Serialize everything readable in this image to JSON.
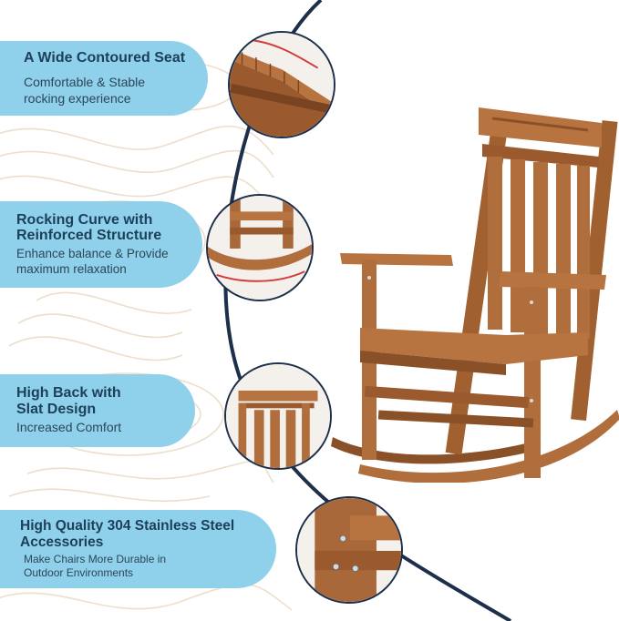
{
  "features": [
    {
      "title": "A Wide Contoured Seat",
      "subtitle": "Comfortable & Stable rocking experience",
      "subtitle_lines": [
        "Comfortable & Stable",
        "rocking experience"
      ]
    },
    {
      "title": "Rocking Curve with Reinforced Structure",
      "title_lines": [
        "Rocking Curve with",
        "Reinforced Structure"
      ],
      "subtitle_lines": [
        "Enhance balance & Provide",
        "maximum relaxation"
      ]
    },
    {
      "title_lines": [
        "High Back with",
        "Slat Design"
      ],
      "subtitle": "Increased Comfort"
    },
    {
      "title_lines": [
        "High Quality 304 Stainless Steel",
        "Accessories"
      ],
      "subtitle_lines": [
        "Make Chairs More Durable in",
        "Outdoor Environments"
      ]
    }
  ],
  "colors": {
    "pill": "#8fd0ea",
    "title_text": "#1c3f5a",
    "navy_curve": "#1d2f4a",
    "wood": "#b06e3c",
    "wood_dark": "#8a5129",
    "contour_lines": "#ead9c2"
  }
}
